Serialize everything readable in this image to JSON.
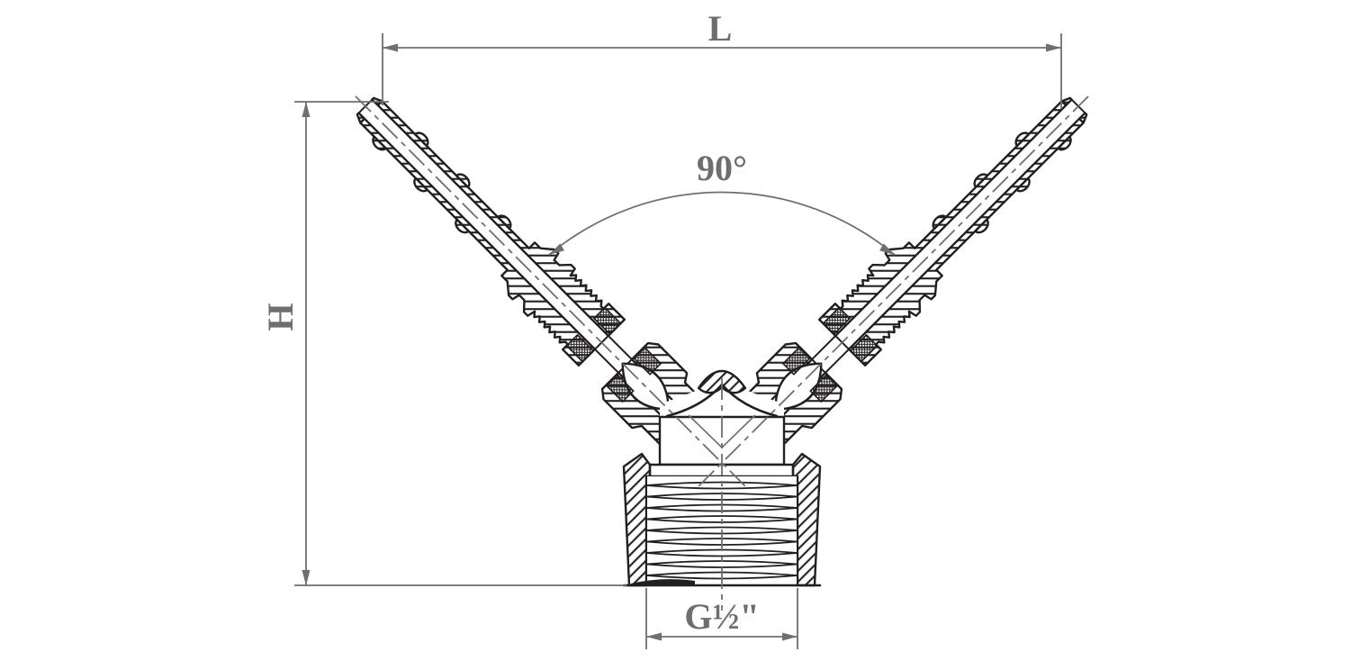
{
  "drawing": {
    "kind": "sectional technical drawing",
    "part": "y-hose-barb-fitting"
  },
  "annotations": {
    "length": {
      "label": "L"
    },
    "height": {
      "label": "H"
    },
    "angle": {
      "label": "90°"
    },
    "thread": {
      "label": "G½\""
    }
  },
  "colors": {
    "outline": "#231f20",
    "dimension": "#6e6f72",
    "label": "#6d6e71",
    "background": "#ffffff"
  }
}
